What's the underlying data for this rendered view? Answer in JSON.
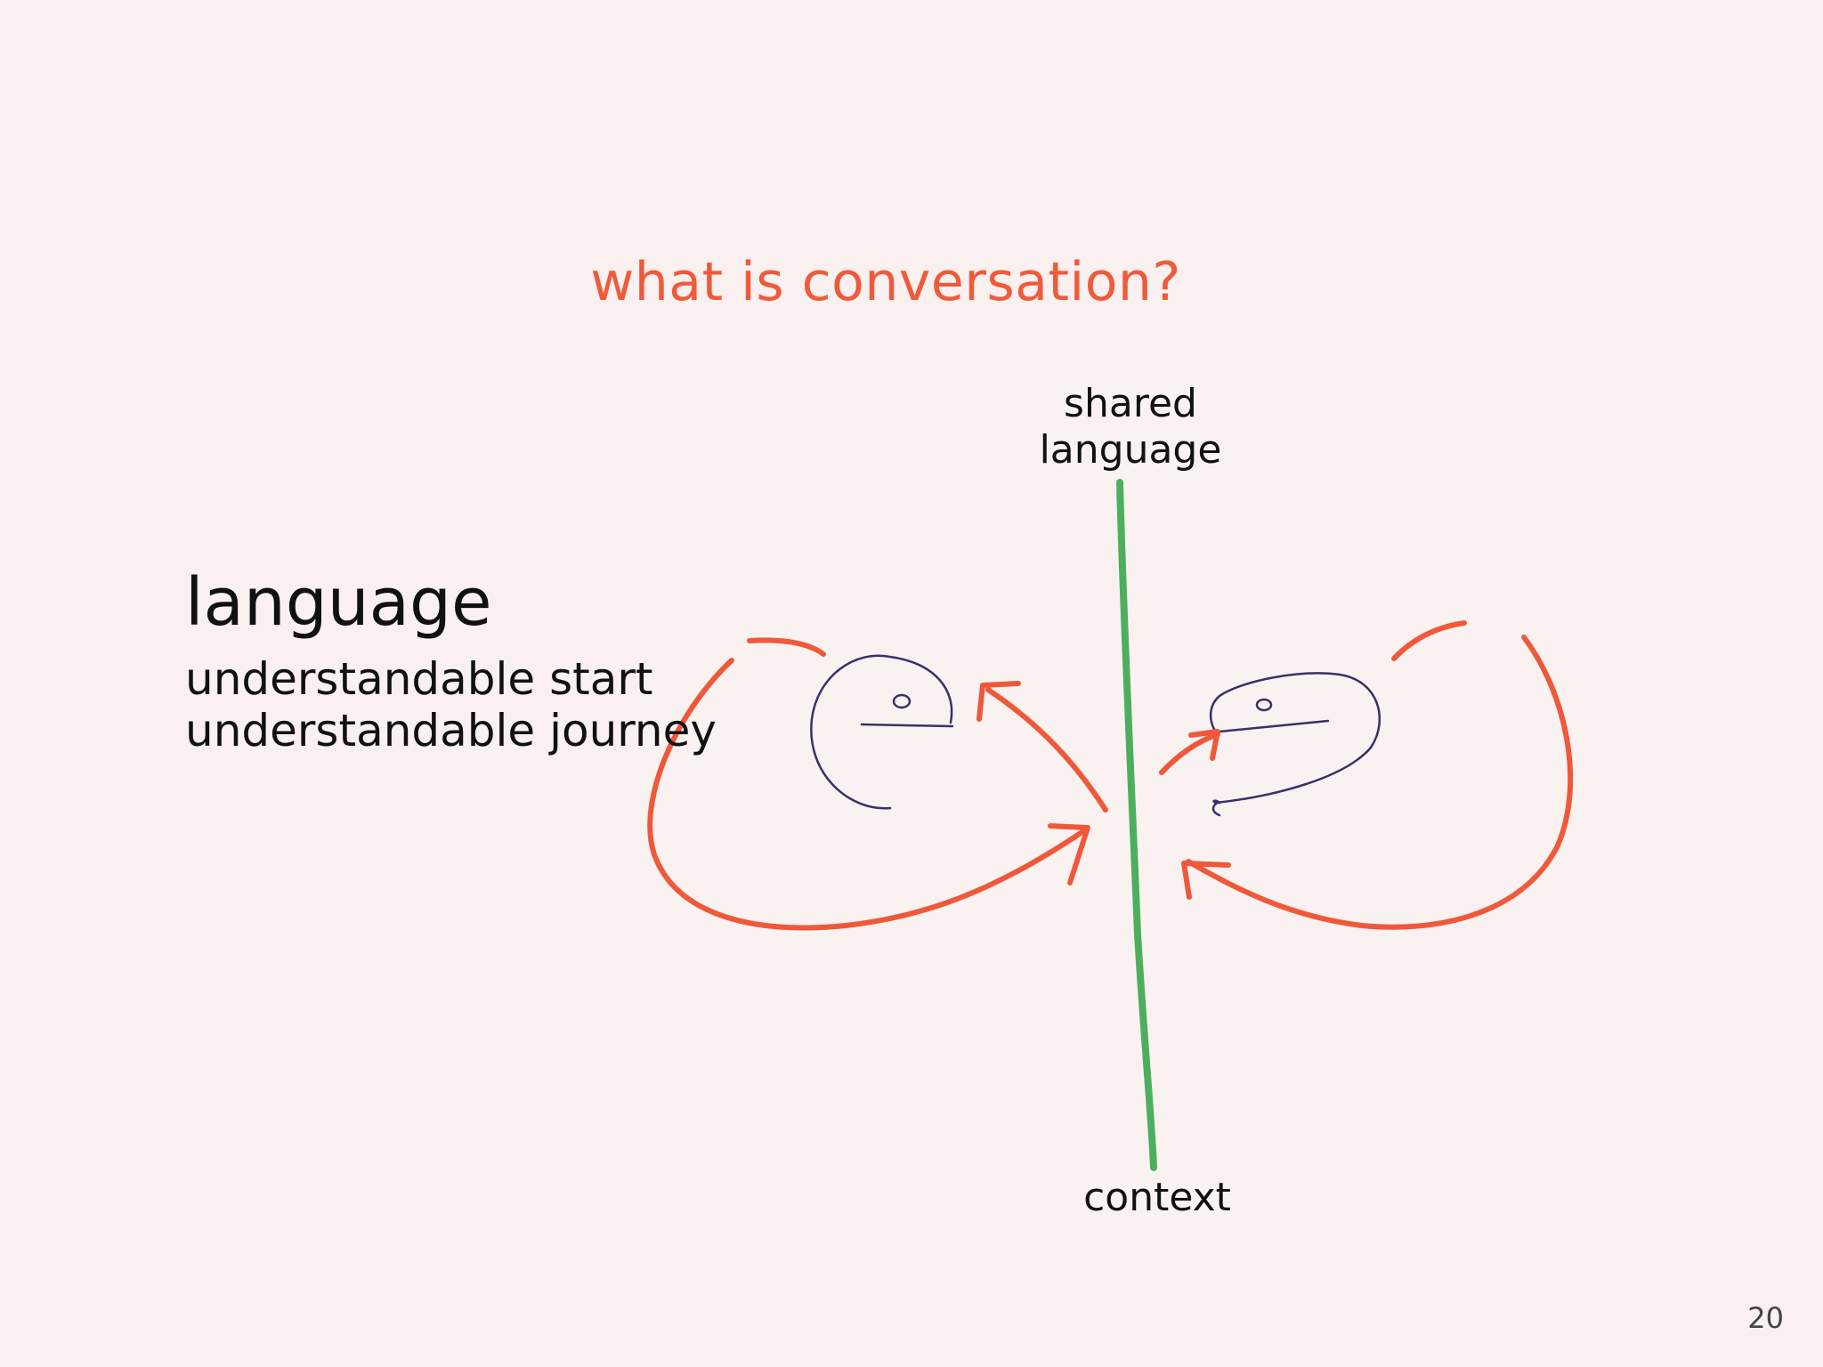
{
  "slide": {
    "title": "what is conversation?",
    "left_label": {
      "heading": "language",
      "lines": [
        "understandable start",
        "understandable journey"
      ]
    },
    "diagram": {
      "top_label_lines": [
        "shared",
        "language"
      ],
      "bottom_label": "context"
    },
    "page_number": "20"
  },
  "colors": {
    "title": "#ef5a3a",
    "arrow": "#f0583a",
    "divider": "#4caf5e",
    "head_outline": "#3b2f6b",
    "background": "#f9f0ef"
  }
}
